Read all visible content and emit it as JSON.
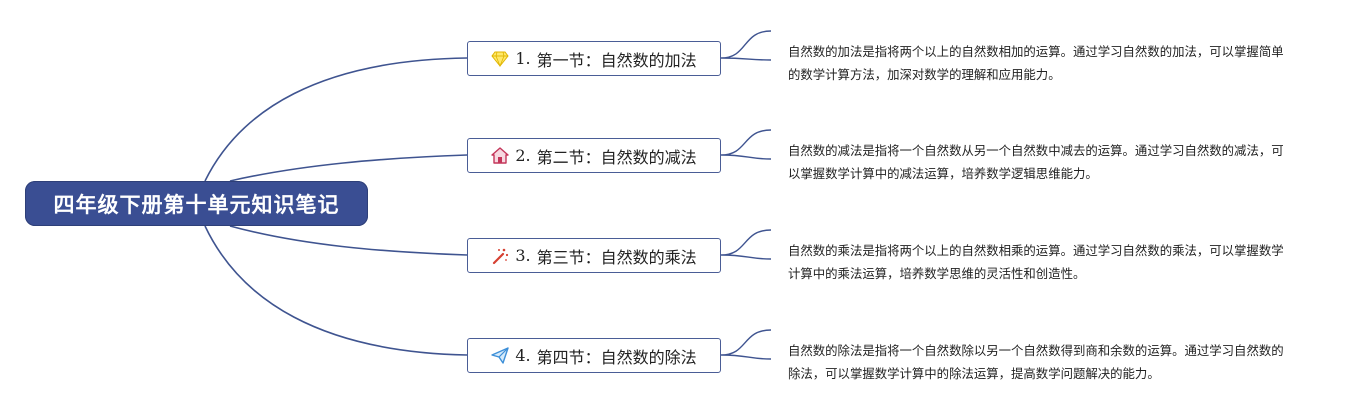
{
  "mindmap": {
    "root": {
      "title": "四年级下册第十单元知识笔记"
    },
    "branches": [
      {
        "icon": "diamond-icon",
        "number": "1.",
        "title": "第一节：自然数的加法",
        "note": "自然数的加法是指将两个以上的自然数相加的运算。通过学习自然数的加法，可以掌握简单的数学计算方法，加深对数学的理解和应用能力。"
      },
      {
        "icon": "home-icon",
        "number": "2.",
        "title": "第二节：自然数的减法",
        "note": "自然数的减法是指将一个自然数从另一个自然数中减去的运算。通过学习自然数的减法，可以掌握数学计算中的减法运算，培养数学逻辑思维能力。"
      },
      {
        "icon": "magic-wand-icon",
        "number": "3.",
        "title": "第三节：自然数的乘法",
        "note": "自然数的乘法是指将两个以上的自然数相乘的运算。通过学习自然数的乘法，可以掌握数学计算中的乘法运算，培养数学思维的灵活性和创造性。"
      },
      {
        "icon": "paper-plane-icon",
        "number": "4.",
        "title": "第四节：自然数的除法",
        "note": "自然数的除法是指将一个自然数除以另一个自然数得到商和余数的运算。通过学习自然数的除法，可以掌握数学计算中的除法运算，提高数学问题解决的能力。"
      }
    ]
  },
  "colors": {
    "root_fill": "#3a4e93",
    "connector": "#3f5490",
    "diamond": "#f2c81c",
    "home": "#c4365a",
    "wand": "#d64032",
    "plane": "#3d8fd8"
  }
}
